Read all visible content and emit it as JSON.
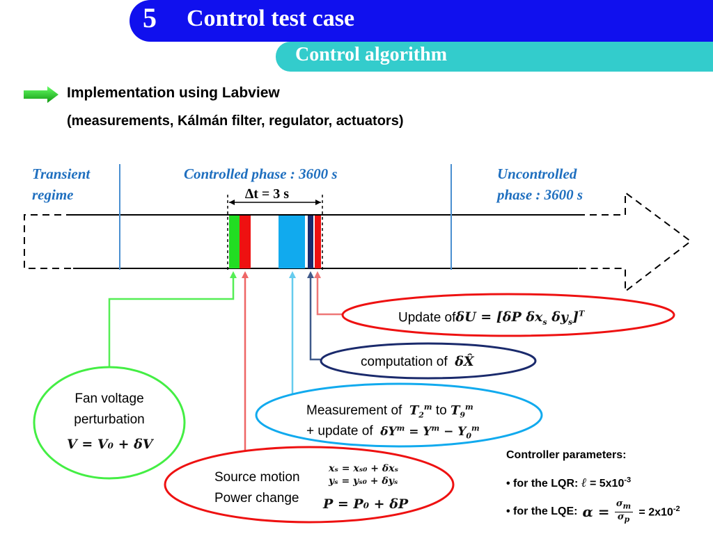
{
  "header": {
    "section_number": "5",
    "title": "Control test case",
    "subtitle": "Control  algorithm"
  },
  "bullets": {
    "line1": "Implementation using Labview",
    "line2": "(measurements, Kálmán filter, regulator, actuators)"
  },
  "timeline": {
    "transient": [
      "Transient",
      "regime"
    ],
    "controlled": "Controlled phase : 3600 s",
    "uncontrolled": [
      "Uncontrolled",
      "phase : 3600 s"
    ],
    "delta_t": "∆t = 3 s"
  },
  "labels": {
    "update_prefix": "Update of",
    "update_formula": "δU = [δP   δx",
    "update_formula_tail": "   δy",
    "computation_prefix": "computation of",
    "computation_formula": "δX̂",
    "measurement_prefix": "Measurement of",
    "measurement_to": "to",
    "measurement_update": "+ update of",
    "measurement_formula": "δY",
    "fan_line1": "Fan voltage",
    "fan_line2": "perturbation",
    "fan_formula": "V = V₀ + δV",
    "source_line1": "Source motion",
    "source_line2": "Power change",
    "source_xs": "xₛ = xₛ₀ + δxₛ",
    "source_ys": "yₛ = yₛ₀ + δyₛ",
    "power_formula": "P = P₀ + δP"
  },
  "parameters": {
    "title": "Controller parameters:",
    "lqr_prefix": "• for the LQR: ",
    "lqr_symbol": "ℓ",
    "lqr_value": " = 5x10",
    "lqr_exp": "-3",
    "lqe_prefix": "• for the LQE: ",
    "lqe_value": " = 2x10",
    "lqe_exp": "-2"
  },
  "colors": {
    "header_blue": "#1010ee",
    "sub_teal": "#33cccc",
    "phase_text": "#1f6fbf",
    "green": "#22dd22",
    "red": "#ee1111",
    "light_blue": "#11aaee",
    "navy": "#1a2a6c",
    "salmon": "#ee7777"
  }
}
